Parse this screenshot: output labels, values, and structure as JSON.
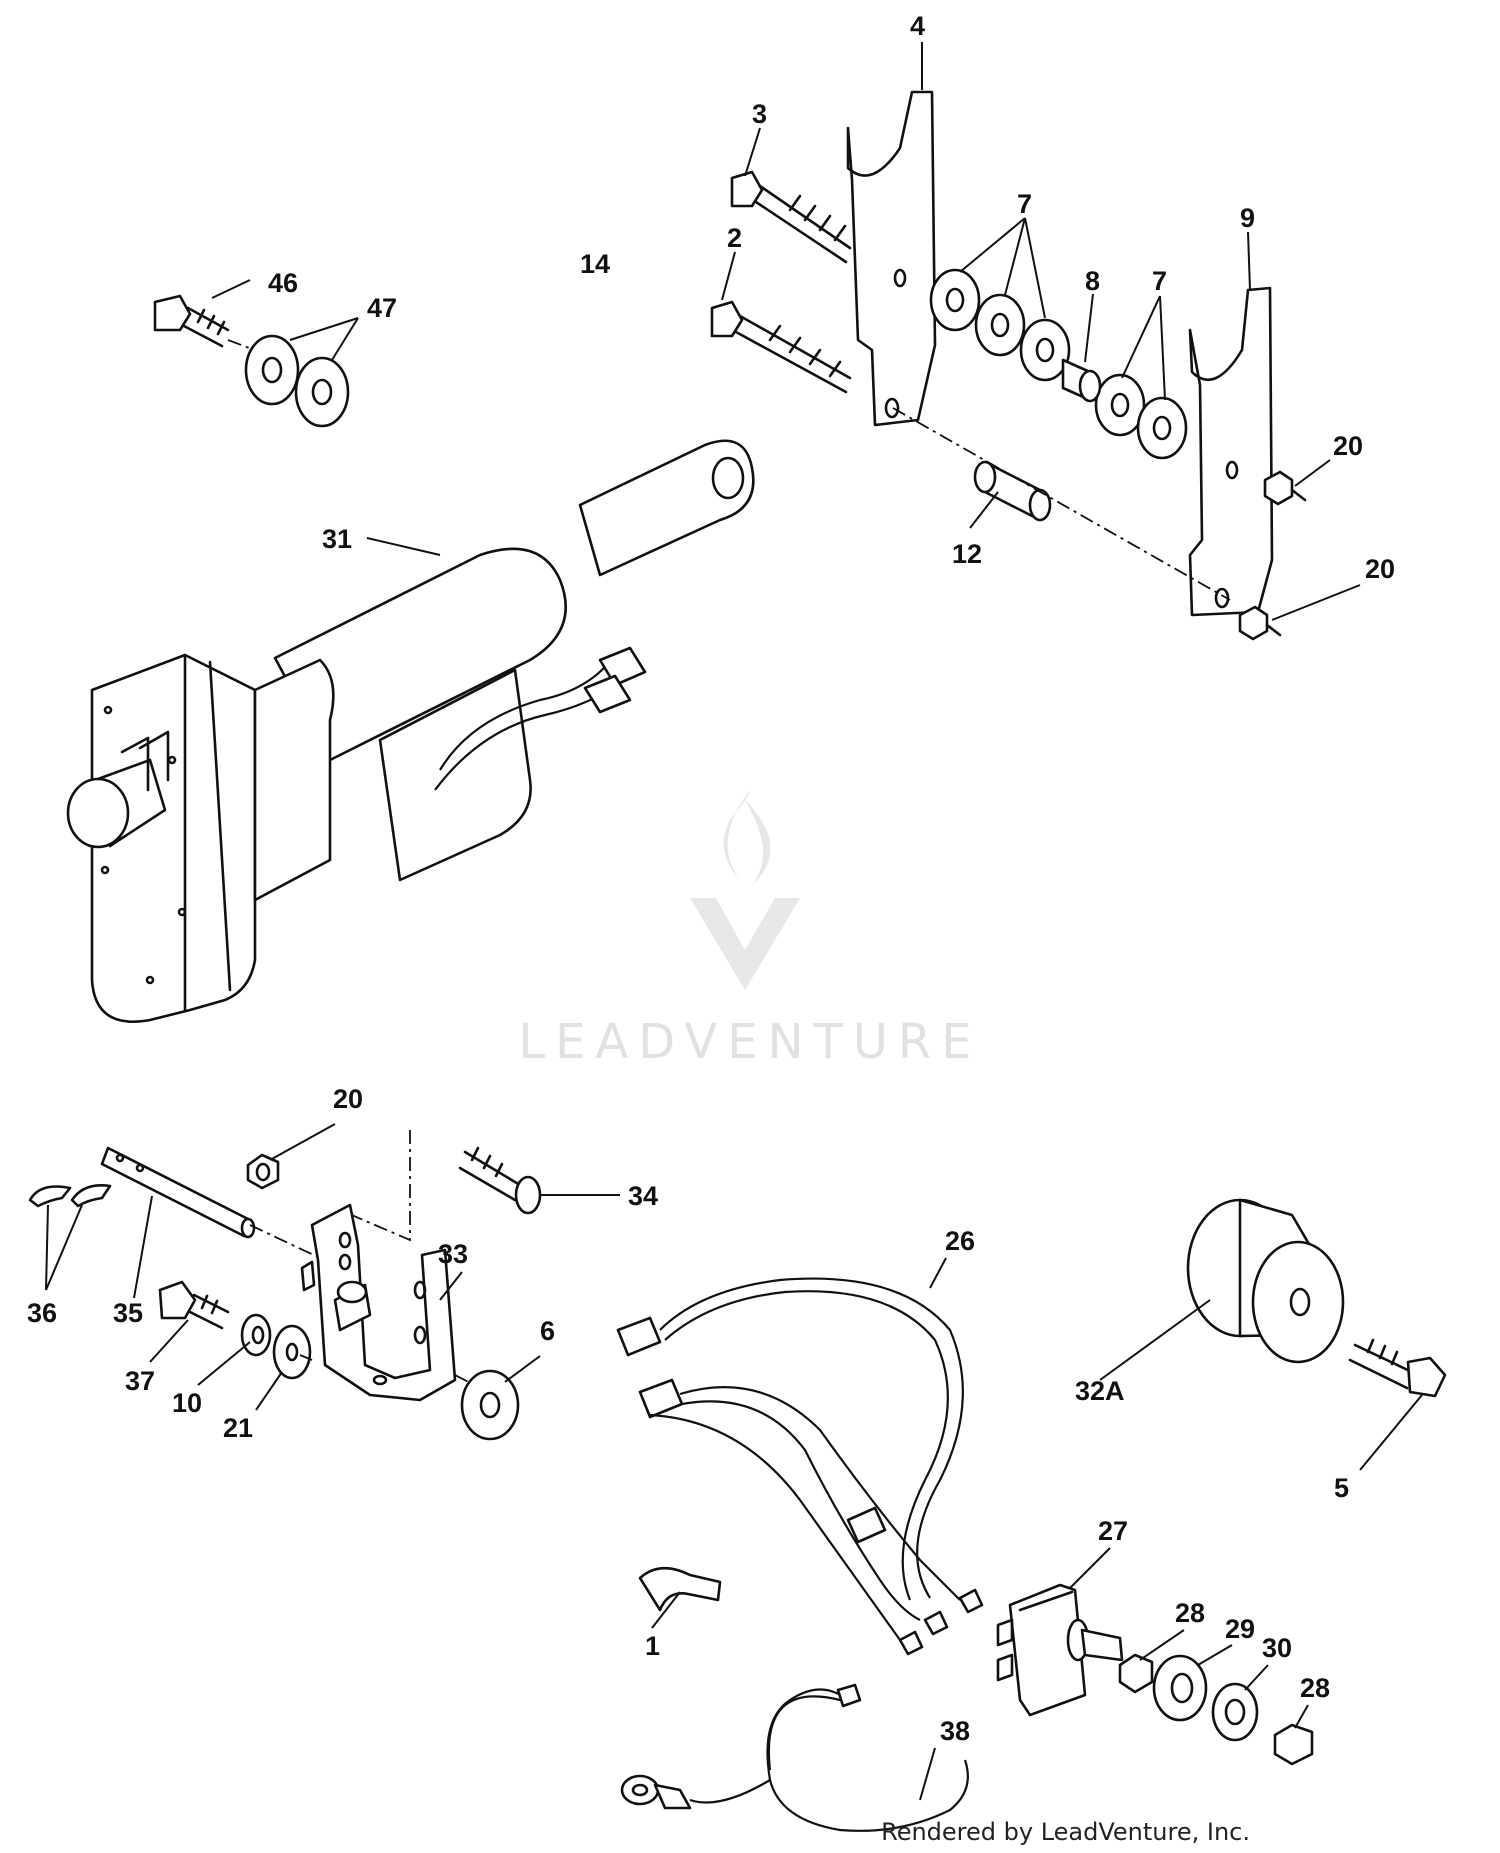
{
  "callouts": {
    "c4": "4",
    "c3": "3",
    "c2": "2",
    "c14": "14",
    "c7a": "7",
    "c8": "8",
    "c7b": "7",
    "c9": "9",
    "c46": "46",
    "c47": "47",
    "c20a": "20",
    "c12": "12",
    "c20b": "20",
    "c31": "31",
    "c20c": "20",
    "c34": "34",
    "c33": "33",
    "c26": "26",
    "c36": "36",
    "c35": "35",
    "c37": "37",
    "c10": "10",
    "c21": "21",
    "c6": "6",
    "c32a": "32A",
    "c5": "5",
    "c27": "27",
    "c1": "1",
    "c28a": "28",
    "c29": "29",
    "c30": "30",
    "c28b": "28",
    "c38": "38"
  },
  "watermark": {
    "text": "LEADVENTURE",
    "icon": "leadventure-logo-icon"
  },
  "credit": "Rendered by LeadVenture, Inc."
}
